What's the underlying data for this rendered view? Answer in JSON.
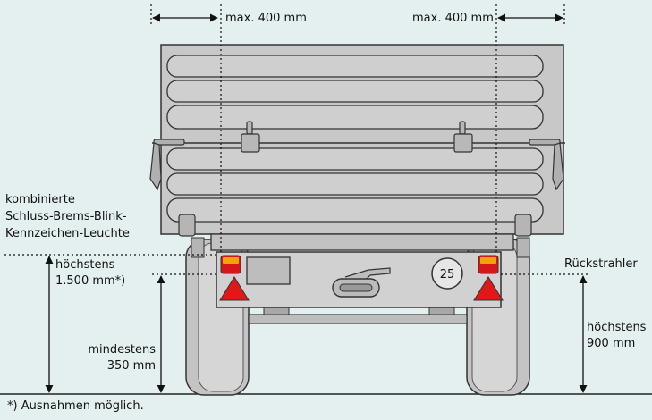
{
  "labels": {
    "max_left": "max. 400 mm",
    "max_right": "max. 400 mm",
    "combined_lamp_1": "kombinierte",
    "combined_lamp_2": "Schluss-Brems-Blink-",
    "combined_lamp_3": "Kennzeichen-Leuchte",
    "max_height_left_1": "höchstens",
    "max_height_left_2": "1.500 mm*)",
    "min_height_1": "mindestens",
    "min_height_2": "350 mm",
    "reflector": "Rückstrahler",
    "max_height_right_1": "höchstens",
    "max_height_right_2": "900 mm",
    "speed_sign": "25",
    "footnote": "*) Ausnahmen möglich."
  },
  "colors": {
    "background": "#e4f0f0",
    "trailer_body": "#c8c8c8",
    "outline": "#333333",
    "warning_triangle": "#e01818",
    "lamp_orange": "#f2a20a",
    "lamp_red": "#d41818"
  }
}
